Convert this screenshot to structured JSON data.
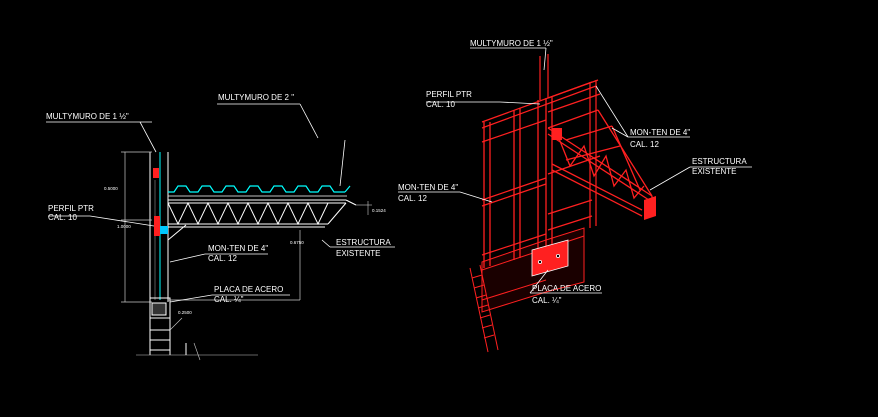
{
  "colors": {
    "background": "#000000",
    "line": "#ffffff",
    "structure": "#ff2020",
    "panel": "#00ffff",
    "dim_line": "#c8c8c8",
    "gray": "#808080"
  },
  "left_view": {
    "labels": {
      "multymuro_1": "MULTYMURO DE 1 ½\"",
      "multymuro_2": "MULTYMURO DE 2 \"",
      "perfil_line1": "PERFIL PTR",
      "perfil_line2": "CAL. 10",
      "monten_line1": "MON-TEN DE 4\"",
      "monten_line2": "CAL.  12",
      "estructura_line1": "ESTRUCTURA",
      "estructura_line2": "EXISTENTE",
      "placa_line1": "PLACA DE ACERO",
      "placa_line2": "CAL. ¼\""
    },
    "dimensions": {
      "upper": "0.5000",
      "lower": "1.0000",
      "base": "0.2500",
      "beam_right": "0.1524",
      "span": "0.6750"
    }
  },
  "right_view": {
    "labels": {
      "multymuro": "MULTYMURO DE 1 ½\"",
      "perfil_line1": "PERFIL PTR",
      "perfil_line2": "CAL. 10",
      "monten_right_line1": "MON-TEN DE 4\"",
      "monten_right_line2": "CAL.  12",
      "monten_left_line1": "MON-TEN DE 4\"",
      "monten_left_line2": "CAL.  12",
      "estructura_line1": "ESTRUCTURA",
      "estructura_line2": "EXISTENTE",
      "placa_line1": "PLACA DE ACERO",
      "placa_line2": "CAL. ¼\""
    }
  }
}
